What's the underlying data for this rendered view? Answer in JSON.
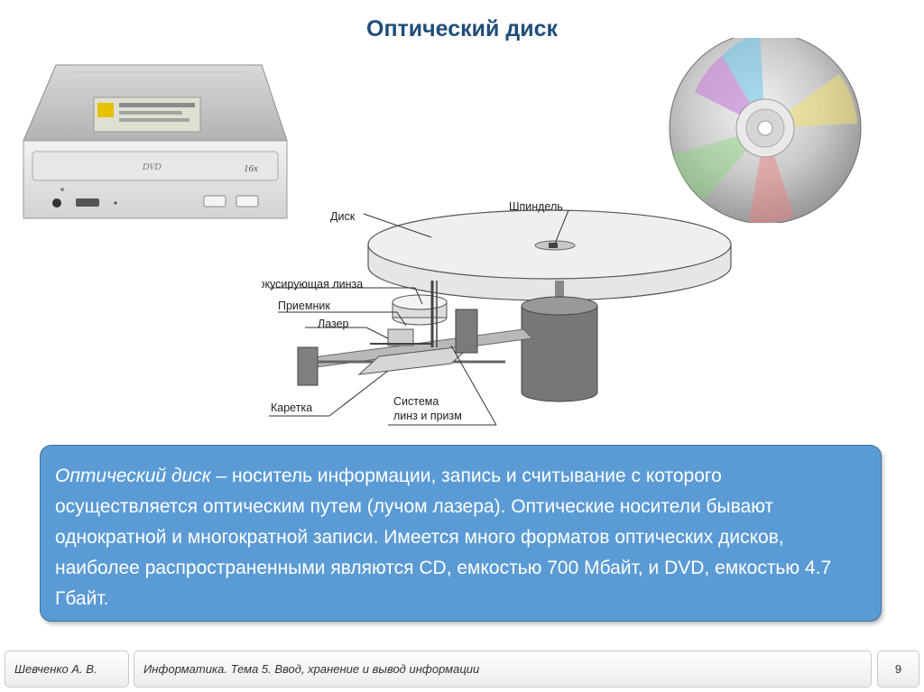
{
  "slide": {
    "title": "Оптический диск"
  },
  "diagram": {
    "labels": {
      "disk": "Диск",
      "spindle": "Шпиндель",
      "focus_lens": "Фокусирующая линза",
      "receiver": "Приемник",
      "laser": "Лазер",
      "carriage": "Каретка",
      "lens_system_line1": "Система",
      "lens_system_line2": "линз и призм"
    },
    "drive_badge": "16x"
  },
  "definition": {
    "term": "Оптический диск",
    "text": " – носитель информации, запись и считывание с которого осуществляется оптическим путем (лучом лазера). Оптические носители бывают однократной и многократной записи. Имеется много форматов оптических дисков, наиболее распространенными являются CD, емкостью 700 Мбайт, и DVD, емкостью 4.7 Гбайт."
  },
  "footer": {
    "author": "Шевченко А. В.",
    "topic": "Информатика. Тема 5. Ввод, хранение и вывод информации",
    "page": "9"
  },
  "colors": {
    "title": "#1f4e79",
    "box_fill": "#5b9bd5",
    "box_border": "#41719c"
  }
}
